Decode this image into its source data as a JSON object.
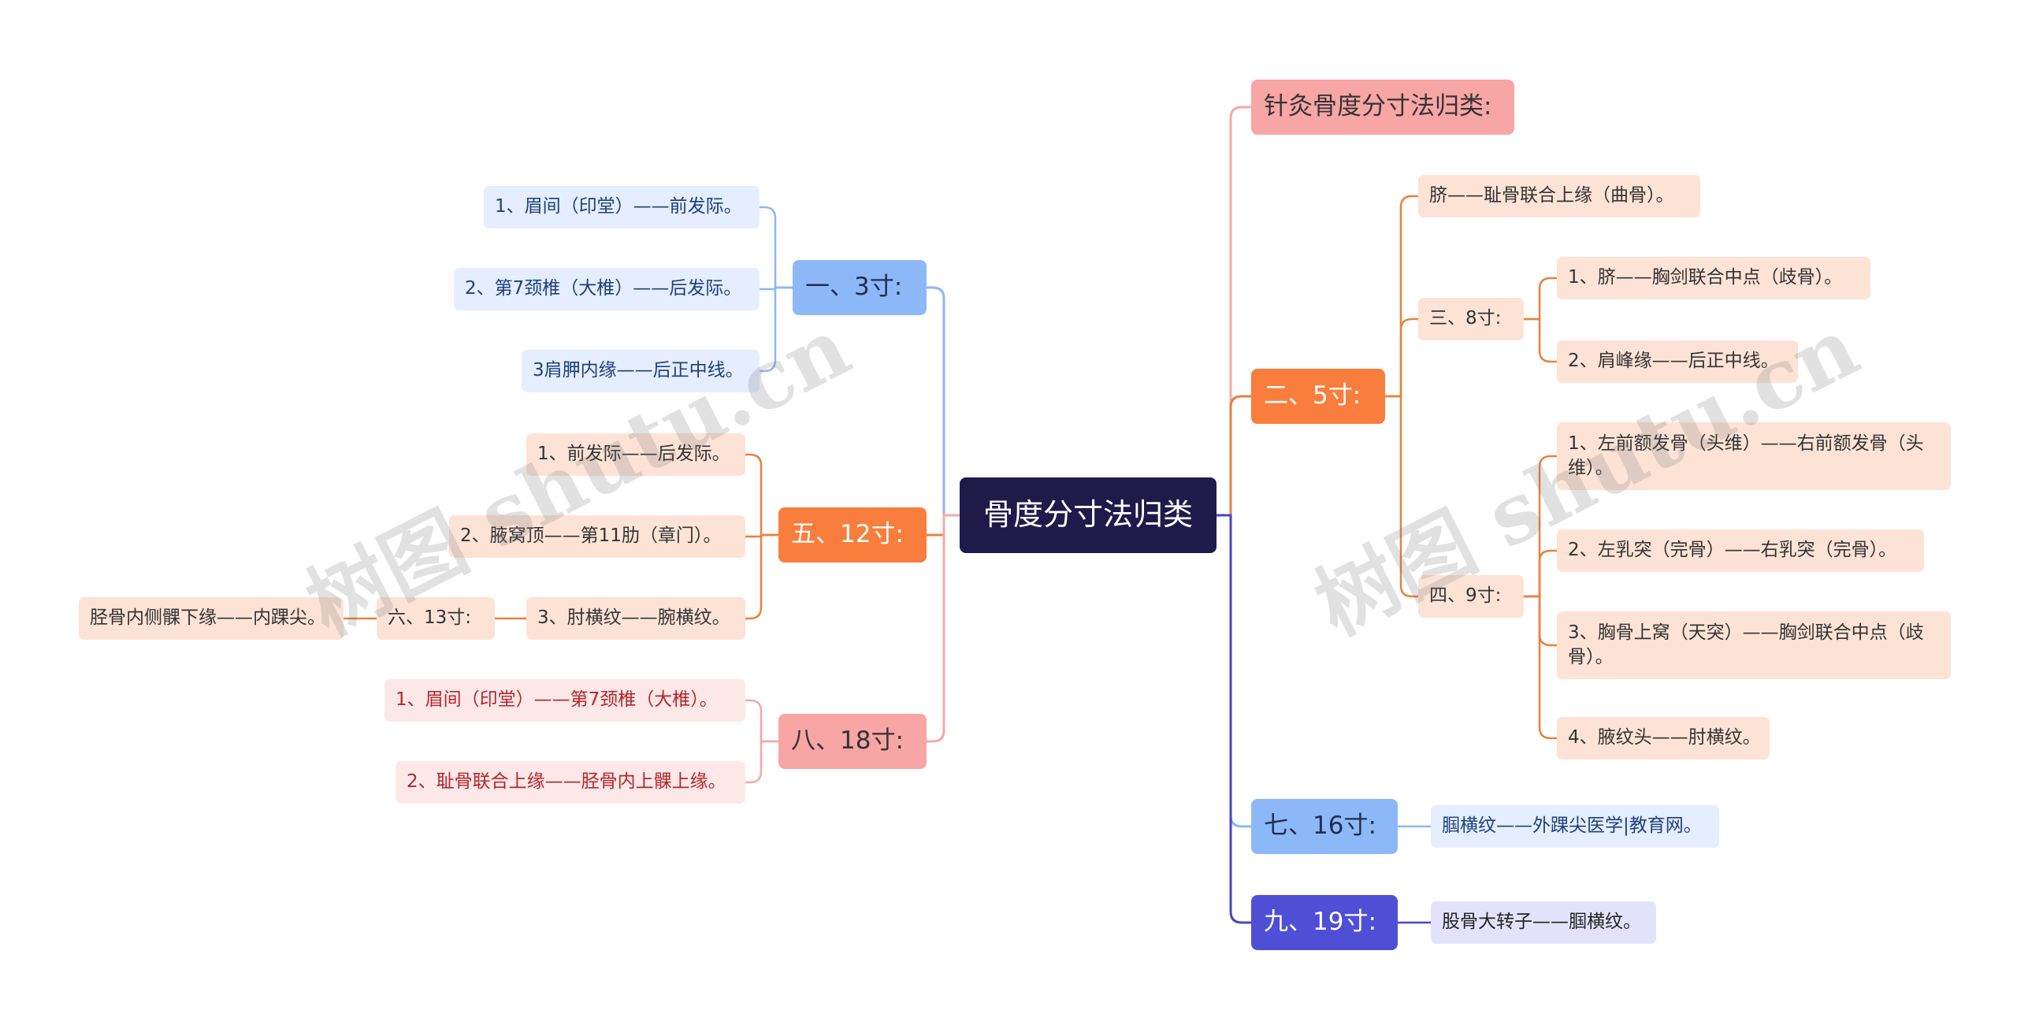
{
  "colors": {
    "root_bg": "#1e1b4b",
    "orange": "#e8823f",
    "pink": "#f4a8a8",
    "blue": "#8fb6f2",
    "indigo": "#4646c8"
  },
  "watermark": "树图 shutu.cn",
  "root": {
    "label": "骨度分寸法归类"
  },
  "right": {
    "title": {
      "label": "针灸骨度分寸法归类:"
    },
    "b2": {
      "label": "二、5寸:",
      "items": {
        "qi": "脐——耻骨联合上缘（曲骨）。",
        "b3": {
          "label": "三、8寸:",
          "items": [
            "1、脐——胸剑联合中点（歧骨）。",
            "2、肩峰缘——后正中线。"
          ]
        },
        "b4": {
          "label": "四、9寸:",
          "items": [
            "1、左前额发骨（头维）——右前额发骨（头维）。",
            "2、左乳突（完骨）——右乳突（完骨）。",
            "3、胸骨上窝（天突）——胸剑联合中点（歧骨）。",
            "4、腋纹头——肘横纹。"
          ]
        }
      }
    },
    "b7": {
      "label": "七、16寸:",
      "item": "腘横纹——外踝尖医学|教育网。"
    },
    "b9": {
      "label": "九、19寸:",
      "item": "股骨大转子——腘横纹。"
    }
  },
  "left": {
    "b1": {
      "label": "一、3寸:",
      "items": [
        "1、眉间（印堂）——前发际。",
        "2、第7颈椎（大椎）——后发际。",
        "3肩胛内缘——后正中线。"
      ]
    },
    "b5": {
      "label": "五、12寸:",
      "items": [
        "1、前发际——后发际。",
        "2、腋窝顶——第11肋（章门）。",
        "3、肘横纹——腕横纹。"
      ],
      "b6": {
        "label": "六、13寸:",
        "item": "胫骨内侧髁下缘——内踝尖。"
      }
    },
    "b8": {
      "label": "八、18寸:",
      "items": [
        "1、眉间（印堂）——第7颈椎（大椎）。",
        "2、耻骨联合上缘——胫骨内上髁上缘。"
      ]
    }
  }
}
